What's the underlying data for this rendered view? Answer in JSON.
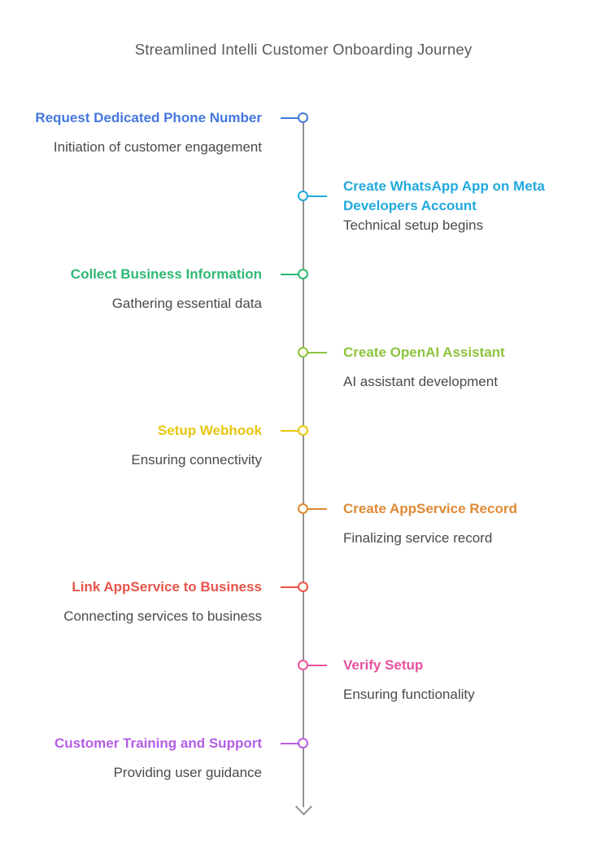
{
  "title": "Streamlined Intelli Customer Onboarding Journey",
  "colors": {
    "main_title": "#595959",
    "description_text": "#4a4a4a",
    "spine_line": "#929292"
  },
  "timeline": {
    "items": [
      {
        "title": "Request Dedicated Phone Number",
        "description": "Initiation of customer engagement",
        "color": "#4478de",
        "side": "left"
      },
      {
        "title": "Create WhatsApp App on Meta Developers Account",
        "description": "Technical setup begins",
        "color": "#22a9de",
        "side": "right"
      },
      {
        "title": "Collect Business Information",
        "description": "Gathering essential data",
        "color": "#2eb873",
        "side": "left"
      },
      {
        "title": "Create OpenAI Assistant",
        "description": "AI assistant development",
        "color": "#8cc43c",
        "side": "right"
      },
      {
        "title": "Setup Webhook",
        "description": "Ensuring connectivity",
        "color": "#e8c60f",
        "side": "left"
      },
      {
        "title": "Create AppService Record",
        "description": "Finalizing service record",
        "color": "#de8a35",
        "side": "right"
      },
      {
        "title": "Link AppService to Business",
        "description": "Connecting services to business",
        "color": "#e7554a",
        "side": "left"
      },
      {
        "title": "Verify Setup",
        "description": "Ensuring functionality",
        "color": "#e8519f",
        "side": "right"
      },
      {
        "title": "Customer Training and Support",
        "description": "Providing user guidance",
        "color": "#b45de4",
        "side": "left"
      }
    ]
  }
}
